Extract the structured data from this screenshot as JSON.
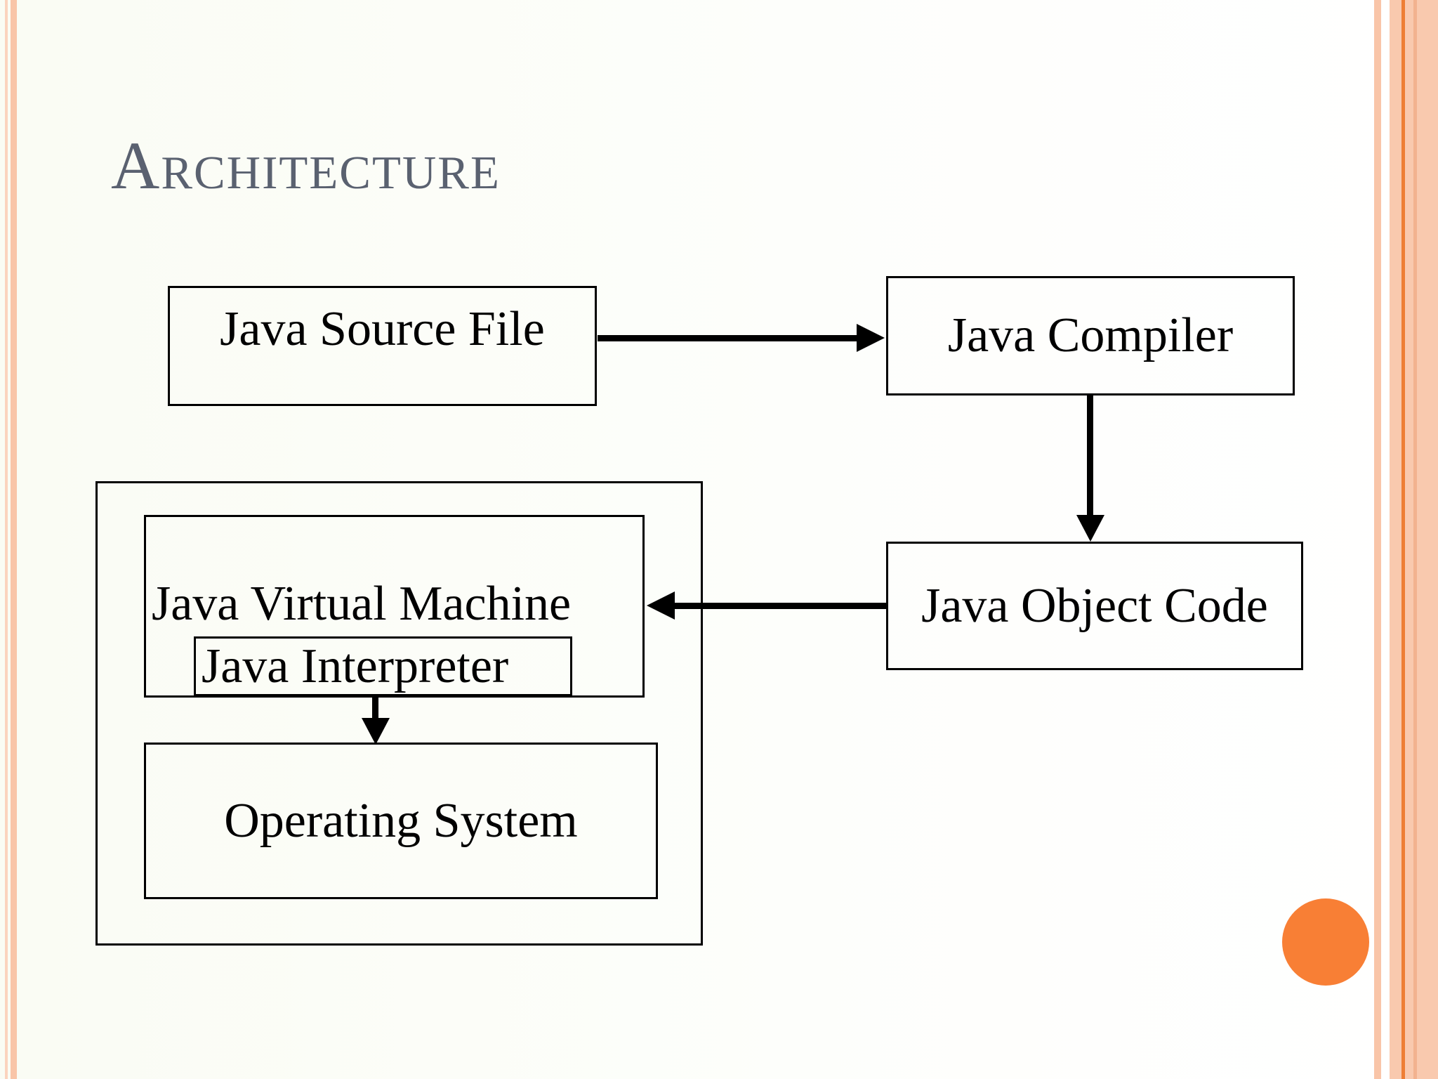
{
  "title": "Architecture",
  "diagram": {
    "source_file": "Java Source File",
    "compiler": "Java Compiler",
    "object_code": "Java Object Code",
    "jvm": "Java Virtual Machine",
    "interpreter": "Java Interpreter",
    "os": "Operating System"
  },
  "connections": [
    {
      "from": "Java Source File",
      "to": "Java Compiler"
    },
    {
      "from": "Java Compiler",
      "to": "Java Object Code"
    },
    {
      "from": "Java Object Code",
      "to": "Java Virtual Machine"
    },
    {
      "from": "Java Interpreter",
      "to": "Operating System"
    }
  ],
  "colors": {
    "accent_orange": "#F87F35",
    "stripe_light": "#FBD4BE",
    "stripe_main": "#F9C5A8",
    "stripe_band": "#F9C9AE",
    "stripe_sub": "#F2B28F",
    "stripe_dark_line": "#EE7E35",
    "title_color": "#5A6170",
    "box_border": "#000000",
    "arrow_color": "#000000"
  }
}
